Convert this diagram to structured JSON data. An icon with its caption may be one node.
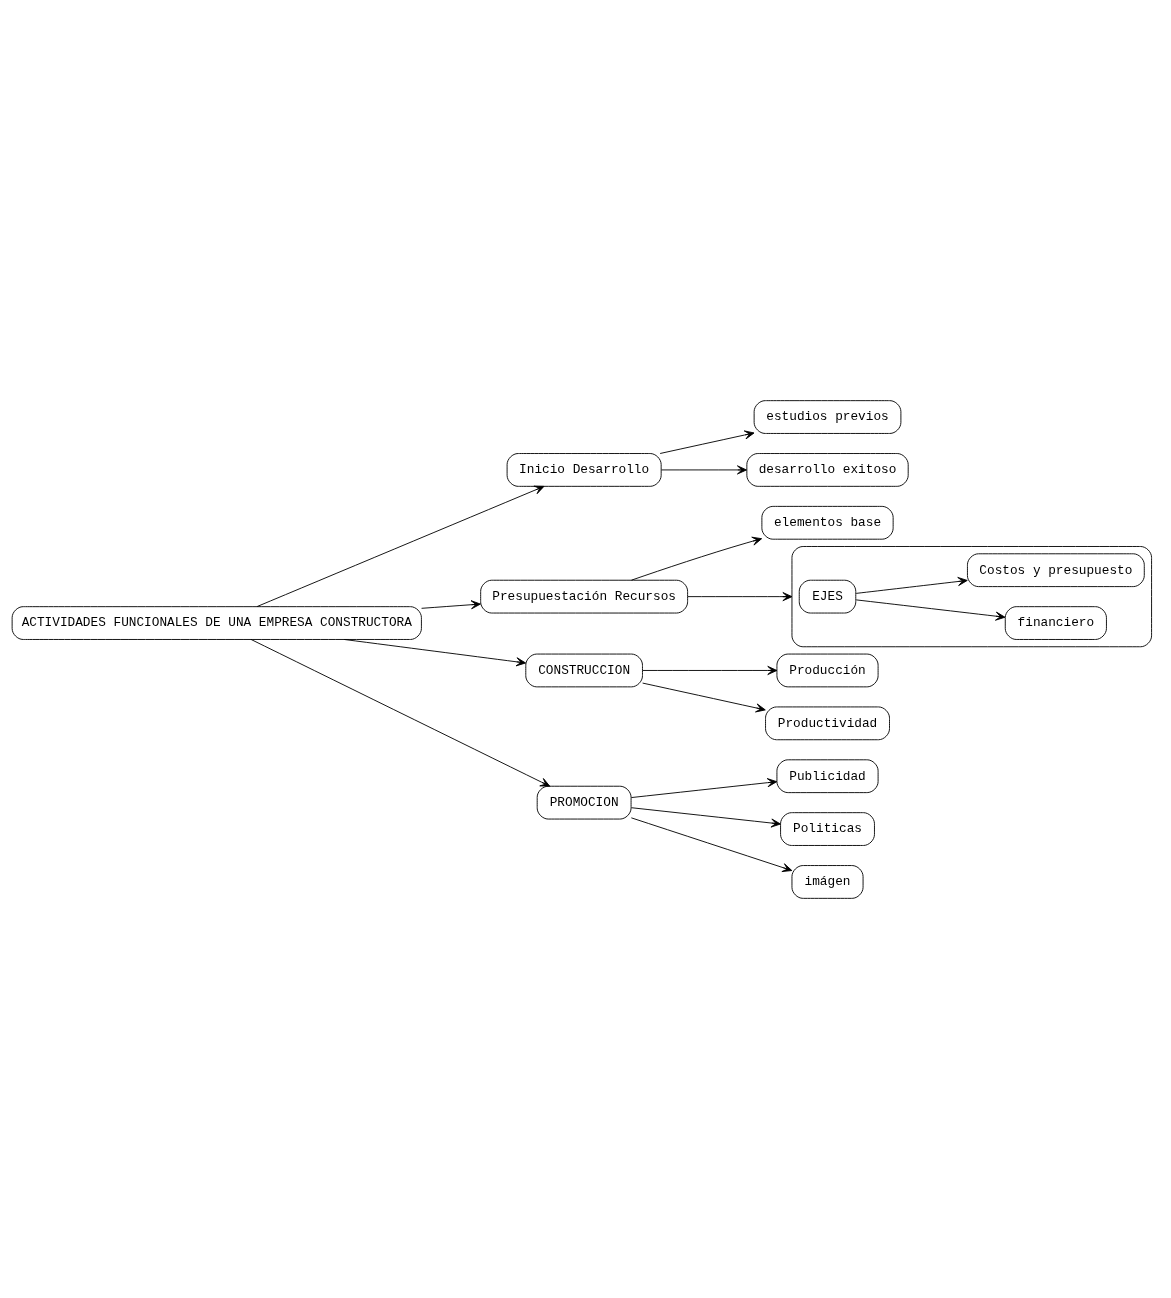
{
  "diagram": {
    "nodes": [
      {
        "text": [
          "ACTIVIDADES FUNCIONALES DE UNA EMPRESA CONSTRUCTORA"
        ]
      },
      {
        "text": [
          "Inicio Desarrollo"
        ]
      },
      {
        "text": [
          "estudios previos"
        ]
      },
      {
        "text": [
          "desarrollo exitoso"
        ]
      },
      {
        "text": [
          "Presupuestación Recursos"
        ]
      },
      {
        "text": [
          "elementos base"
        ]
      },
      {
        "text": [],
        "shape": "box"
      },
      {
        "text": [
          "EJES"
        ],
        "in": 6
      },
      {
        "text": [
          "financiero"
        ],
        "in": 6
      },
      {
        "text": [
          "Costos y presupuesto"
        ],
        "in": 6
      },
      {
        "text": [
          "CONSTRUCCION"
        ]
      },
      {
        "text": [
          "Producción"
        ]
      },
      {
        "text": [
          "Productividad"
        ]
      },
      {
        "text": [
          "PROMOCION"
        ]
      },
      {
        "text": [
          "Publicidad"
        ]
      },
      {
        "text": [
          "Politicas"
        ]
      },
      {
        "text": [
          "imágen"
        ]
      }
    ],
    "edges": [
      {
        "from": 0,
        "to": 1,
        "arrow": "to"
      },
      {
        "from": 0,
        "to": 4,
        "arrow": "to"
      },
      {
        "from": 0,
        "to": 10,
        "arrow": "to"
      },
      {
        "from": 0,
        "to": 13,
        "arrow": "to"
      },
      {
        "from": 1,
        "to": 2,
        "arrow": "to"
      },
      {
        "from": 1,
        "to": 3,
        "arrow": "to"
      },
      {
        "from": 4,
        "to": 5,
        "arrow": "to"
      },
      {
        "from": 4,
        "to": 6,
        "arrow": "to"
      },
      {
        "from": 7,
        "to": 8,
        "arrow": "to"
      },
      {
        "from": 7,
        "to": 9,
        "arrow": "to"
      },
      {
        "from": 10,
        "to": 11,
        "arrow": "to"
      },
      {
        "from": 10,
        "to": 12,
        "arrow": "to"
      },
      {
        "from": 13,
        "to": 14,
        "arrow": "to"
      },
      {
        "from": 13,
        "to": 15,
        "arrow": "to"
      },
      {
        "from": 13,
        "to": 16,
        "arrow": "to"
      }
    ]
  }
}
